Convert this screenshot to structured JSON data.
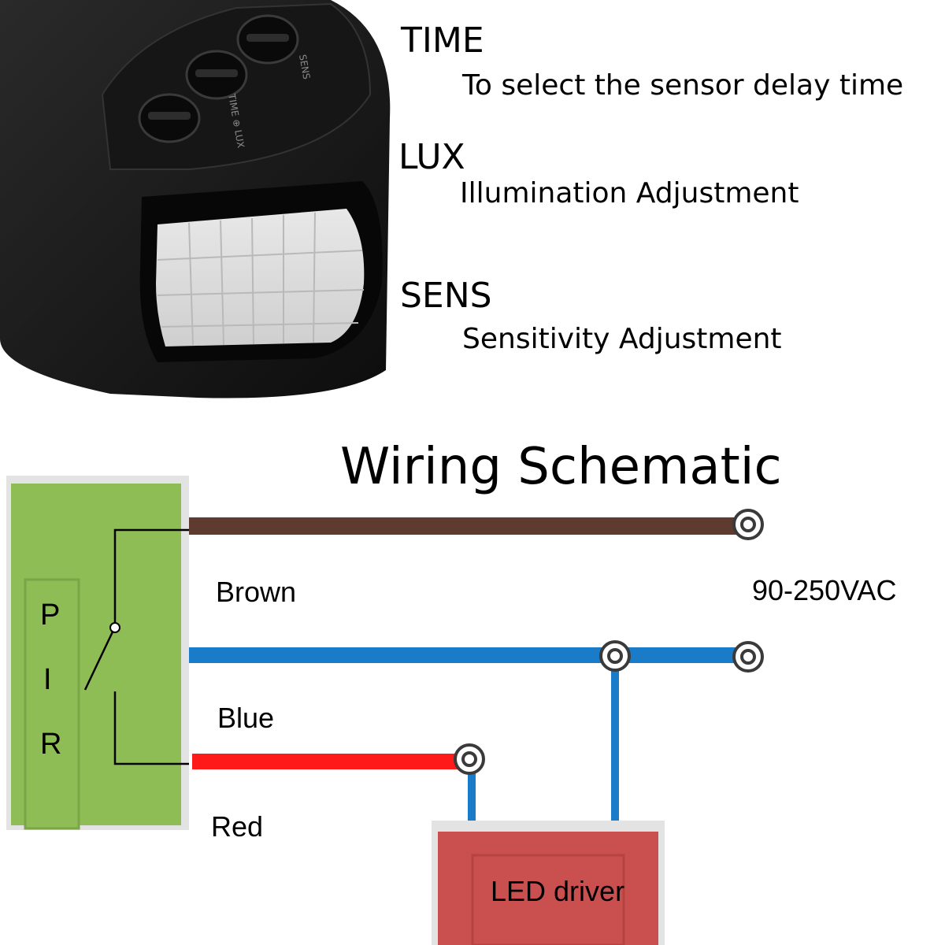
{
  "controls": [
    {
      "name": "TIME",
      "description": "To select the sensor delay time"
    },
    {
      "name": "LUX",
      "description": "Illumination Adjustment"
    },
    {
      "name": "SENS",
      "description": "Sensitivity Adjustment"
    }
  ],
  "device_panel": {
    "label_sens": "SENS",
    "label_time_lux": "TIME ⊕ LUX"
  },
  "schematic": {
    "title": "Wiring Schematic",
    "pir_letters": [
      "P",
      "I",
      "R"
    ],
    "wires": [
      {
        "label": "Brown",
        "color": "#5e3b2e"
      },
      {
        "label": "Blue",
        "color": "#1a7cc8"
      },
      {
        "label": "Red",
        "color": "#ff1a1a"
      }
    ],
    "supply_label": "90-250VAC",
    "driver_label": "LED driver",
    "colors": {
      "pir_box": "#8fbd55",
      "driver_box": "#c9504e"
    }
  }
}
